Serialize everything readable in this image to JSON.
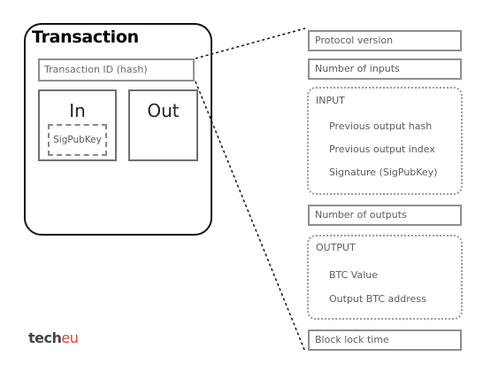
{
  "transaction": {
    "title": "Transaction",
    "id_field": "Transaction ID (hash)",
    "in_label": "In",
    "out_label": "Out",
    "sig_label": "SigPubKey"
  },
  "structure": {
    "protocol_version": "Protocol version",
    "number_of_inputs": "Number of inputs",
    "input_group": {
      "title": "INPUT",
      "items": [
        "Previous output hash",
        "Previous output index",
        "Signature (SigPubKey)"
      ]
    },
    "number_of_outputs": "Number of outputs",
    "output_group": {
      "title": "OUTPUT",
      "items": [
        "BTC Value",
        "Output BTC address"
      ]
    },
    "block_lock_time": "Block lock time"
  },
  "logo": {
    "main": "tech",
    "accent": "eu"
  },
  "colors": {
    "outline": "#111111",
    "box_border": "#8f8f8f",
    "text": "#5c5c5c",
    "logo_accent": "#d8432e"
  }
}
